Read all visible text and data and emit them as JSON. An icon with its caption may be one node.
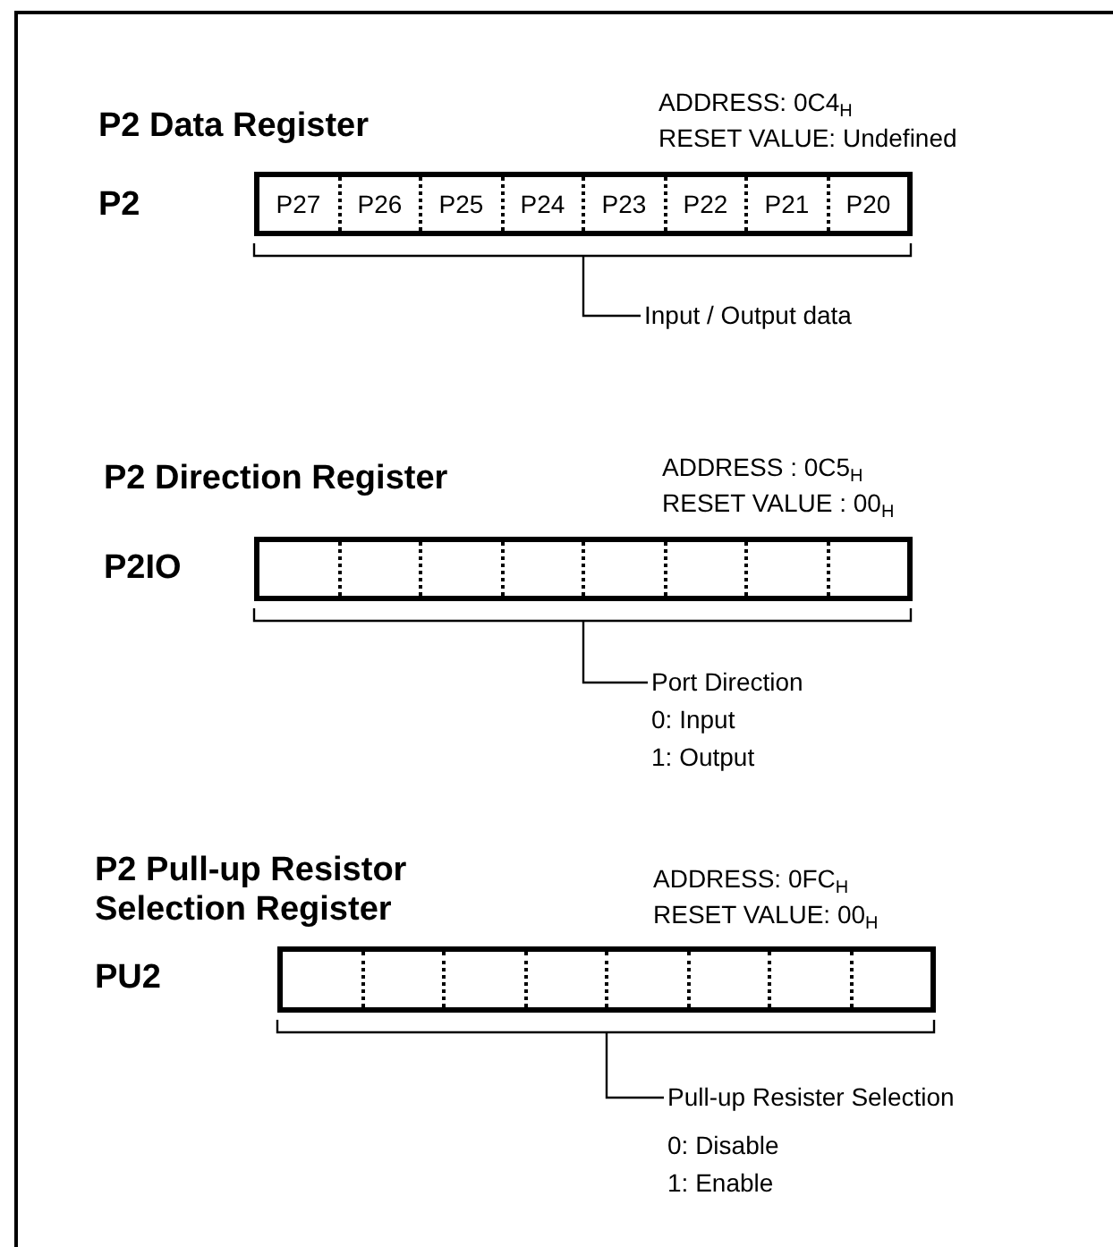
{
  "diagram": {
    "nodes": [
      {
        "text": [
          "P27",
          "P26",
          "P25",
          "P24",
          "P23",
          "P22",
          "P21",
          "P20"
        ]
      },
      {
        "text": [
          "Input / Output data"
        ]
      },
      {
        "text": [],
        "shape": "bar"
      },
      {
        "text": [
          "Port Direction",
          "0: Input",
          "1: Output"
        ]
      },
      {
        "text": [],
        "shape": "bar"
      },
      {
        "text": [
          "Pull-up Resister Selection",
          "0: Disable",
          "1: Enable"
        ]
      }
    ],
    "edges": [
      {
        "from": 1,
        "to": 0,
        "arrow": "none"
      },
      {
        "from": 3,
        "to": 2,
        "arrow": "none"
      },
      {
        "from": 5,
        "to": 4,
        "arrow": "none"
      }
    ],
    "labels": [
      "P2 Data Register",
      "ADDRESS: 0C4$_{H}$",
      "RESET VALUE: Undefined",
      "P2",
      "P2 Direction Register",
      "ADDRESS : 0C5$_{H}$",
      "RESET VALUE : 00$_{H}$",
      "P2IO",
      "P2 Pull-up Resistor Selection Register",
      "ADDRESS: 0FC$_{H}$",
      "RESET VALUE: 00$_{H}$",
      "PU2"
    ]
  }
}
